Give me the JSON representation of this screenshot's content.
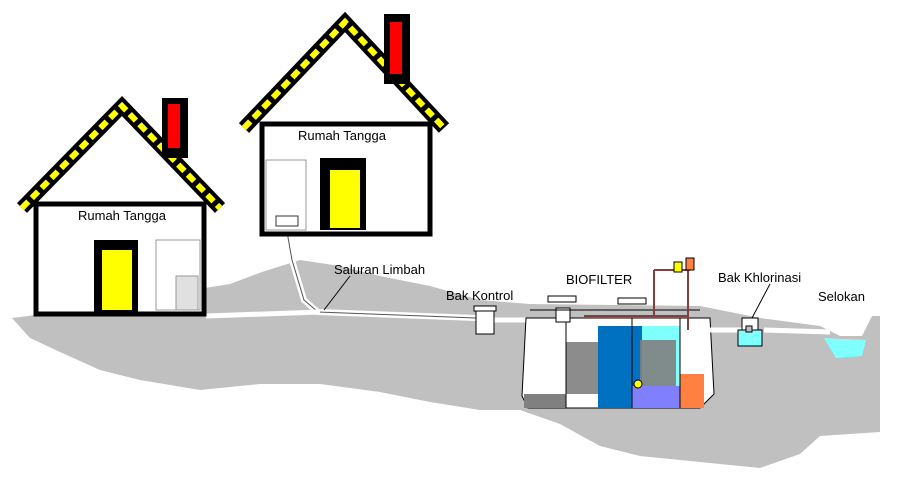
{
  "labels": {
    "house_left": "Rumah Tangga",
    "house_right": "Rumah Tangga",
    "sewer_pipe": "Saluran Limbah",
    "control_box": "Bak Kontrol",
    "biofilter": "BIOFILTER",
    "chlorination_box": "Bak Khlorinasi",
    "drain": "Selokan"
  },
  "colors": {
    "ground": "#c0c0c0",
    "roof_yellow": "#ffff00",
    "chimney_red": "#ff0000",
    "door_yellow": "#ffff00",
    "water_blue": "#0070c0",
    "water_cyan": "#80ffff",
    "sludge_purple": "#8080ff",
    "outlet_orange": "#ff8040",
    "pipe_brown": "#804040"
  }
}
